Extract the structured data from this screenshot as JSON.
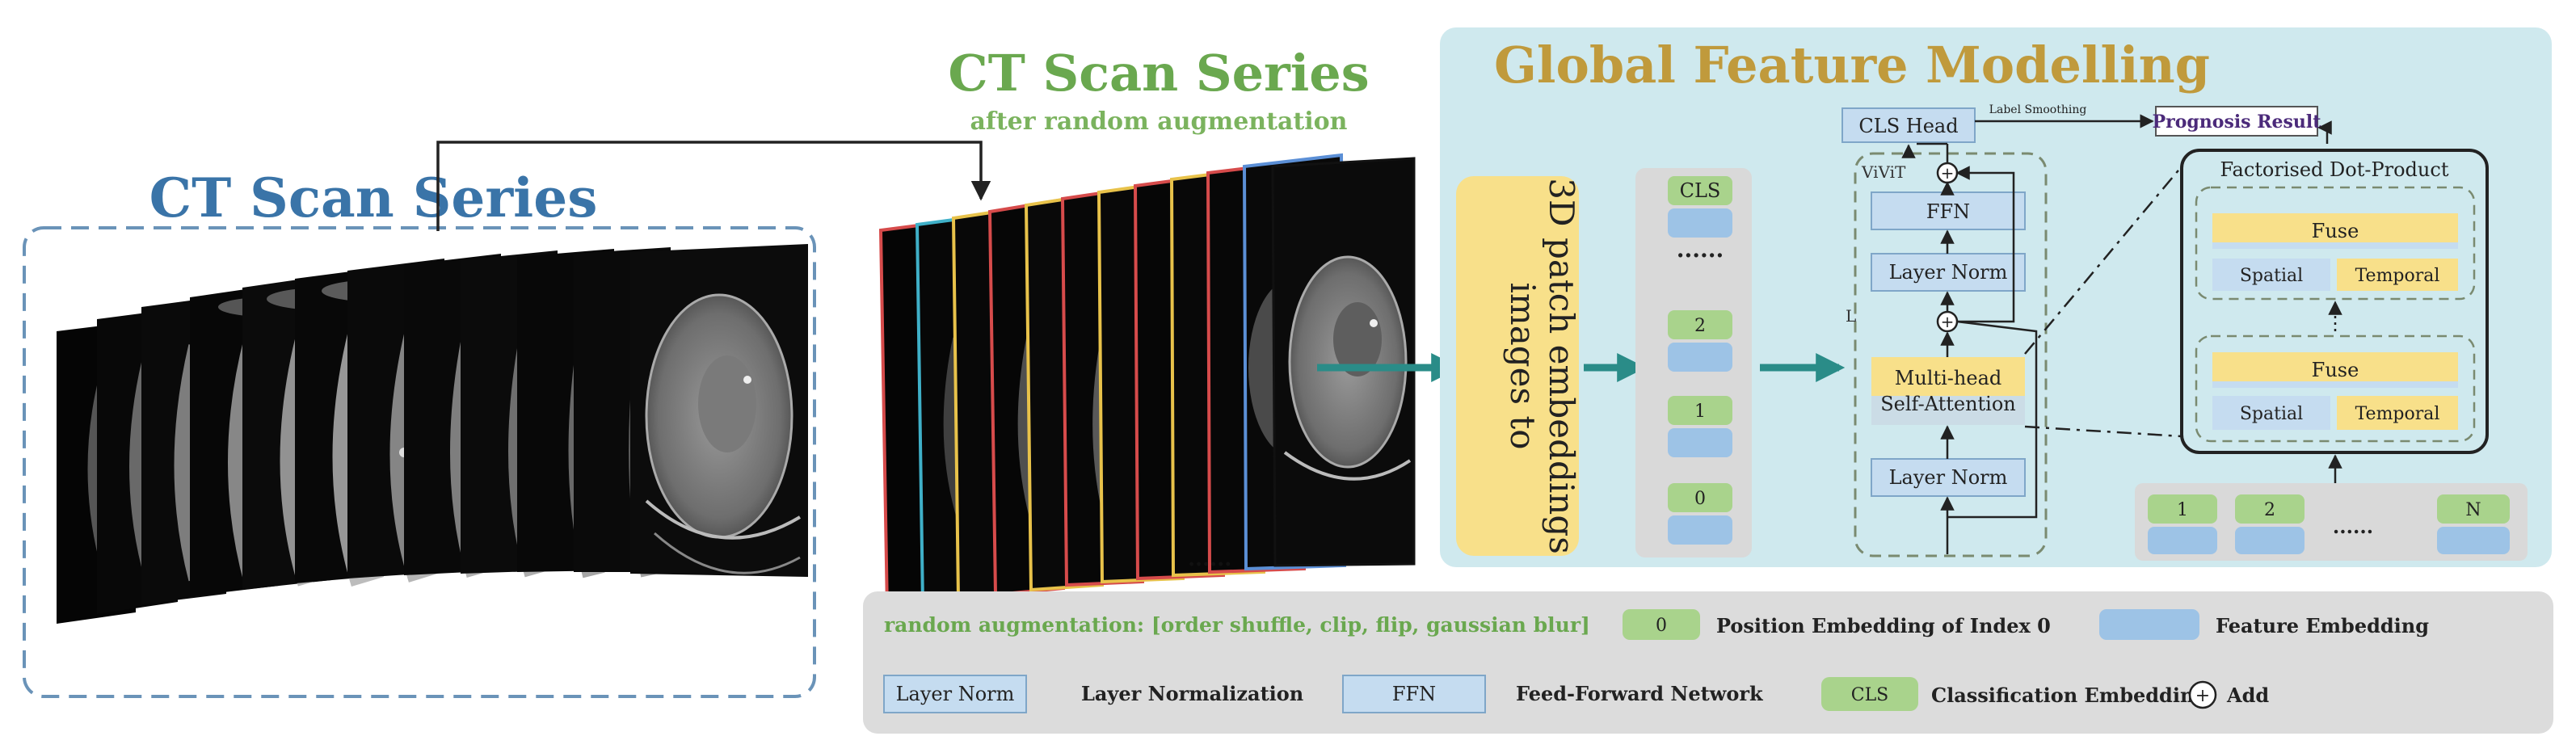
{
  "left_panel": {
    "title": "CT Scan Series"
  },
  "middle_panel": {
    "title": "CT Scan Series",
    "subtitle": "after random augmentation",
    "ellipsis": "......"
  },
  "global_panel": {
    "title": "Global Feature Modelling",
    "patch_box_lines": [
      "images to",
      "3D patch embeddings"
    ],
    "token_column": {
      "labels": [
        "CLS",
        "......",
        "2",
        "1",
        "0"
      ]
    },
    "vivit": {
      "label": "ViViT",
      "repeat_label": "L",
      "cls_head": "CLS Head",
      "label_smoothing": "Label Smoothing",
      "prognosis": "Prognosis Result",
      "ffn": "FFN",
      "layer_norm_top": "Layer Norm",
      "mhsa_lines": [
        "Multi-head",
        "Self-Attention"
      ],
      "layer_norm_bottom": "Layer Norm"
    },
    "factorised": {
      "title": "Factorised Dot-Product",
      "fuse": "Fuse",
      "spatial": "Spatial",
      "temporal": "Temporal"
    },
    "bottom_tokens": [
      "1",
      "2",
      "......",
      "N"
    ]
  },
  "legend": {
    "augmentation": "random augmentation: [order shuffle, clip, flip, gaussian blur]",
    "position_token": "0",
    "position_text": "Position Embedding of Index 0",
    "feature_text": "Feature Embedding",
    "layer_norm_box": "Layer Norm",
    "layer_norm_text": "Layer Normalization",
    "ffn_box": "FFN",
    "ffn_text": "Feed-Forward Network",
    "cls_box": "CLS",
    "cls_text": "Classification Embedding",
    "add_text": "Add"
  },
  "colors": {
    "panel_bg": "#cfe9ee",
    "yellow_box": "#f8e08a",
    "green_token": "#a9d38c",
    "blue_token": "#9dc3e6",
    "light_blue_box": "#c5dcf0",
    "title_blue": "#3a74a8",
    "title_green": "#6aa84f",
    "title_gold": "#c09a3c",
    "teal_arrow": "#2a8c88",
    "legend_bg": "#dcdcdc"
  }
}
